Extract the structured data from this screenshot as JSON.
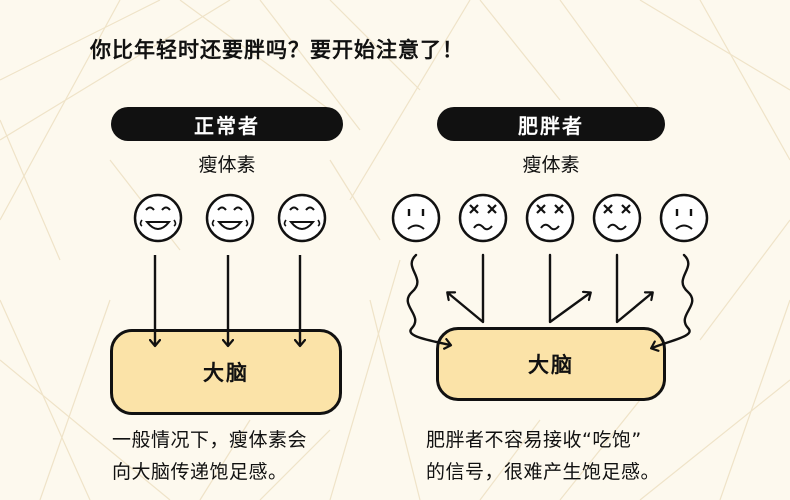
{
  "title": "你比年轻时还要胖吗？要开始注意了！",
  "normal": {
    "label": "正常者",
    "hormone": "瘦体素",
    "brain": "大脑",
    "caption_line1": "一般情况下，瘦体素会",
    "caption_line2": "向大脑传递饱足感。"
  },
  "obese": {
    "label": "肥胖者",
    "hormone": "瘦体素",
    "brain": "大脑",
    "caption_line1": "肥胖者不容易接收“吃饱”",
    "caption_line2": "的信号，很难产生饱足感。"
  },
  "colors": {
    "background": "#fdf9ee",
    "brain_fill": "#fbe3a8",
    "pill": "#111111",
    "line_pattern": "#efe3c8"
  },
  "icons": {
    "normal_faces": [
      "smiling-face-icon",
      "smiling-face-icon",
      "smiling-face-icon"
    ],
    "obese_faces": [
      "frowning-face-icon",
      "dizzy-face-icon",
      "dizzy-face-icon",
      "dizzy-face-icon",
      "frowning-face-icon"
    ]
  }
}
